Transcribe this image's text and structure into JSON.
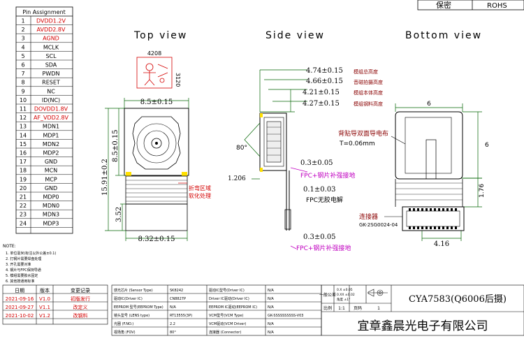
{
  "top_right": {
    "label_1": "保密",
    "label_2": "ROHS"
  },
  "views": {
    "top": "Top view",
    "side": "Side view",
    "bottom": "Bottom view"
  },
  "pin_table": {
    "title": "Pin Assignment",
    "pins": [
      {
        "no": "1",
        "name": "DVDD1.2V",
        "color": "#d40000"
      },
      {
        "no": "2",
        "name": "AVDD2.8V",
        "color": "#d40000"
      },
      {
        "no": "3",
        "name": "AGND",
        "color": "#d40000"
      },
      {
        "no": "4",
        "name": "MCLK",
        "color": "#000000"
      },
      {
        "no": "5",
        "name": "SCL",
        "color": "#000000"
      },
      {
        "no": "6",
        "name": "SDA",
        "color": "#000000"
      },
      {
        "no": "7",
        "name": "PWDN",
        "color": "#000000"
      },
      {
        "no": "8",
        "name": "RESET",
        "color": "#000000"
      },
      {
        "no": "9",
        "name": "NC",
        "color": "#000000"
      },
      {
        "no": "10",
        "name": "ID(NC)",
        "color": "#000000"
      },
      {
        "no": "11",
        "name": "DOVDD1.8V",
        "color": "#d40000"
      },
      {
        "no": "12",
        "name": "AF_VDD2.8V",
        "color": "#d40000"
      },
      {
        "no": "13",
        "name": "MDN1",
        "color": "#000000"
      },
      {
        "no": "14",
        "name": "MDP1",
        "color": "#000000"
      },
      {
        "no": "15",
        "name": "MDN2",
        "color": "#000000"
      },
      {
        "no": "16",
        "name": "MDP2",
        "color": "#000000"
      },
      {
        "no": "17",
        "name": "GND",
        "color": "#000000"
      },
      {
        "no": "18",
        "name": "MCN",
        "color": "#000000"
      },
      {
        "no": "19",
        "name": "MCP",
        "color": "#000000"
      },
      {
        "no": "20",
        "name": "GND",
        "color": "#000000"
      },
      {
        "no": "21",
        "name": "MDP0",
        "color": "#000000"
      },
      {
        "no": "22",
        "name": "MDN0",
        "color": "#000000"
      },
      {
        "no": "23",
        "name": "MDN3",
        "color": "#000000"
      },
      {
        "no": "24",
        "name": "MDP3",
        "color": "#000000"
      }
    ]
  },
  "top_view": {
    "label_top": "4208",
    "label_side": "3120",
    "dim_width": "8.5±0.15",
    "dim_inner_height": "8.5±0.15",
    "dim_total_height": "15.91±0.2",
    "dim_tail": "3.52",
    "dim_fpc_width": "8.32±0.15",
    "note_bend": "折弯区域",
    "note_bend2": "软化处理"
  },
  "side_view": {
    "dims": [
      "4.74±0.15",
      "4.66±0.15",
      "4.21±0.15",
      "4.27±0.15"
    ],
    "dim_notes": [
      "模组总高度",
      "音磁拍摄高度",
      "模组本体高度",
      "模组钢料高度"
    ],
    "angle": "80°",
    "dim_side": "1.206",
    "stiffener_note": "FPC+钢片补强接地",
    "thickness_1": "0.3±0.05",
    "thickness_2": "0.1±0.03",
    "fpc_note": "FPC无胶电解",
    "thickness_3": "0.3±0.05",
    "stiffener_note_2": "FPC+钢片补强接地"
  },
  "bottom_view": {
    "dim_top": "6",
    "dim_side": "6",
    "tape_note": "背贴导双面导电布",
    "tape_thickness": "T=0.06mm",
    "dim_connector_offset": "1.76",
    "connector_note": "连接器",
    "connector_part": "GK-2SG0024-04",
    "dim_bottom": "4.16"
  },
  "notes": {
    "title": "NOTE:",
    "lines": [
      "1. 单位毫米(标注以外公差±0.1)",
      "2. 打钢片需要焊盘处理",
      "3. 开孔需要对准",
      "4. 钢片与FPC保持导通",
      "5. 模组需要胶水固定",
      "6. 其他按通用标准"
    ]
  },
  "revision_table": {
    "headers": [
      "日期",
      "版本",
      "变更记录"
    ],
    "rows": [
      {
        "date": "2021-09-16",
        "ver": "V1.0",
        "change": "初版发行"
      },
      {
        "date": "2021-09-27",
        "ver": "V1.1",
        "change": "改定义"
      },
      {
        "date": "2021-10-02",
        "ver": "V1.2",
        "change": "改钢料"
      }
    ]
  },
  "spec_table": {
    "rows": [
      {
        "label": "感光芯片 (Sensor Type)",
        "value": "SK8242",
        "label2": "驱动IC型号(Driver IC)",
        "value2": "N/A"
      },
      {
        "label": "驱动IC(Driver IC)",
        "value": "CN8827P",
        "label2": "Driver IC驱动(Driver IC)",
        "value2": "N/A"
      },
      {
        "label": "EEPROM 型号(EEPROM Type)",
        "value": "N/A",
        "label2": "EEPROM IC驱动(EEPROM IC)",
        "value2": "N/A"
      },
      {
        "label": "镜头型号 (LENS type)",
        "value": "RT13555(3P)",
        "label2": "VCM型号(VCM Type)",
        "value2": "GK-SSSSSSSSSS-V03"
      },
      {
        "label": "光圈 (F.NO.)",
        "value": "2.2",
        "label2": "VCM驱动(VCM Driver)",
        "value2": "N/A"
      },
      {
        "label": "视场角 (FOV)",
        "value": "80°",
        "label2": "连接器 (Connector)",
        "value2": "N/A"
      }
    ]
  },
  "title_block": {
    "general_tol_label": "一般公差",
    "tol_values": [
      "0.X ±0.05",
      "0.XX ±0.02",
      "角度 ±1°"
    ],
    "scale_label": "比例",
    "scale_value": "1:1",
    "page_label": "页码",
    "page_value": "1",
    "model": "CYA7583(Q6006后摄)",
    "company": "宜章鑫晨光电子有限公司"
  }
}
